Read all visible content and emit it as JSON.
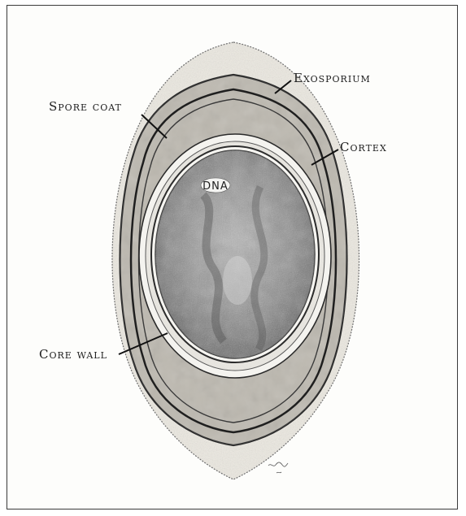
{
  "labels": {
    "exosporium": "Exosporium",
    "spore_coat": "Spore coat",
    "cortex": "Cortex",
    "dna": "DNA",
    "core_wall": "Core wall"
  },
  "colors": {
    "paper": "#fdfdfb",
    "ink": "#1c1c1c",
    "core": "#8a8a8a",
    "stipple": "#6f6f6f"
  }
}
